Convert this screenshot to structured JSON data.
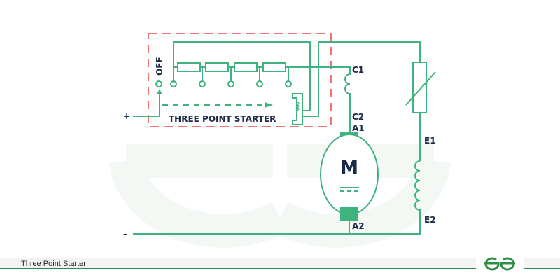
{
  "diagram": {
    "title": "Three Point Starter",
    "starter_label": "THREE POINT STARTER",
    "off_label": "OFF",
    "plus_label": "+",
    "minus_label": "–",
    "motor_label": "M",
    "terminals": {
      "c1": "C1",
      "c2": "C2",
      "a1": "A1",
      "a2": "A2",
      "e1": "E1",
      "e2": "E2"
    },
    "colors": {
      "wire": "#3fb37f",
      "starter_box": "#f07470",
      "text": "#1b2a47",
      "brand": "#2f8d46"
    }
  },
  "footer": {
    "caption": "Three Point Starter",
    "logo": "GfG-logo"
  }
}
